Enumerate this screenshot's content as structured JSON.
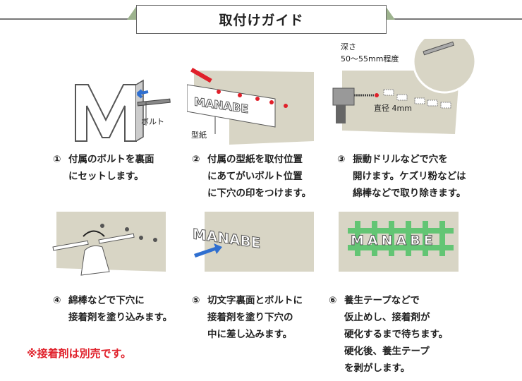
{
  "title": "取付けガイド",
  "steps": [
    {
      "num": "①",
      "lines": [
        "付属のボルトを裏面",
        "にセットします。"
      ],
      "labels": {
        "bolt": "ボルト"
      }
    },
    {
      "num": "②",
      "lines": [
        "付属の型紙を取付位置",
        "にあてがいボルト位置",
        "に下穴の印をつけます。"
      ],
      "labels": {
        "template": "型紙",
        "letters": "MANABE"
      }
    },
    {
      "num": "③",
      "lines": [
        "振動ドリルなどで穴を",
        "開けます。ケズリ粉などは",
        "綿棒などで取り除きます。"
      ],
      "labels": {
        "depth1": "深さ",
        "depth2": "50〜55mm程度",
        "diameter": "直径 4mm"
      }
    },
    {
      "num": "④",
      "lines": [
        "綿棒などで下穴に",
        "接着剤を塗り込みます。"
      ]
    },
    {
      "num": "⑤",
      "lines": [
        "切文字裏面とボルトに",
        "接着剤を塗り下穴の",
        "中に差し込みます。"
      ],
      "labels": {
        "letters": "MANABE"
      }
    },
    {
      "num": "⑥",
      "lines": [
        "養生テープなどで",
        "仮止めし、接着剤が",
        "硬化するまで待ちます。",
        "硬化後、養生テープ",
        "を剥がします。"
      ],
      "labels": {
        "letters": "MANABE"
      }
    }
  ],
  "note": "※接着剤は別売です。",
  "colors": {
    "wall": "#d8d5c5",
    "accent": "#2f6fd0",
    "red": "#e0202a",
    "tape": "#3cc05a"
  }
}
